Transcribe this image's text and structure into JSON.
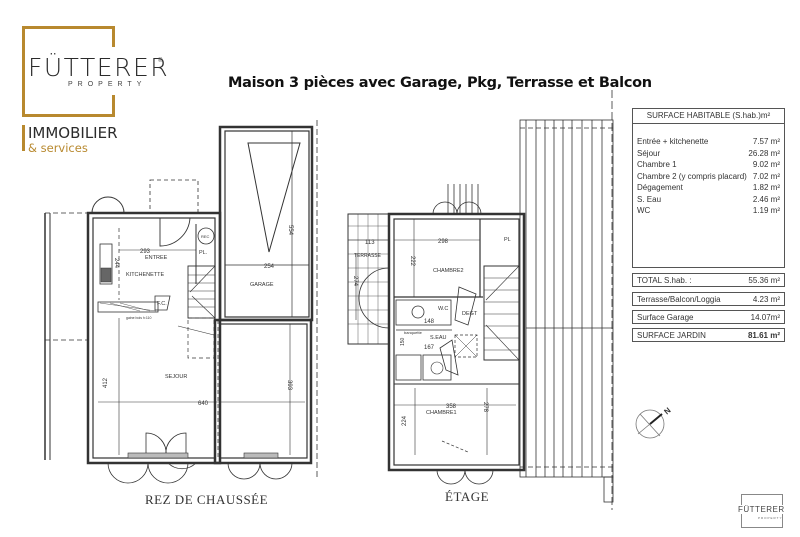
{
  "logo": {
    "name": "FÜTTERER",
    "registered": "®",
    "subtitle": "PROPERTY",
    "line1": "IMMOBILIER",
    "line2": "& services",
    "brand_color": "#b8892f"
  },
  "title": "Maison 3 pièces avec Garage, Pkg, Terrasse et Balcon",
  "ground_floor": {
    "label": "REZ DE CHAUSSÉE",
    "rooms": {
      "entree": "ENTREE",
      "kitchenette": "KITCHENETTE",
      "garage": "GARAGE",
      "sejour": "SEJOUR",
      "fc": "F.C.",
      "rec": "REC",
      "pl": "PL.",
      "gaine": "gaine bois h:110"
    },
    "dimensions": {
      "entree_width": "293",
      "kitchen_depth": "244",
      "garage_width": "254",
      "garage_depth": "554",
      "sejour_width": "640",
      "sejour_depth_left": "412",
      "sejour_depth_right": "393"
    }
  },
  "upper_floor": {
    "label": "ÉTAGE",
    "rooms": {
      "terrasse": "TERRASSE",
      "chambre2": "CHAMBRE2",
      "chambre1": "CHAMBRE1",
      "wc": "W.C",
      "degt": "DEGT",
      "seau": "S.EAU",
      "pl": "PL",
      "banquette": "banquette"
    },
    "dimensions": {
      "terrasse_width": "113",
      "terrasse_depth": "274",
      "ch2_width": "298",
      "ch2_depth": "222",
      "wc_width": "148",
      "seau_width": "167",
      "seau_depth": "150",
      "ch1_width": "358",
      "ch1_depth_left": "224",
      "ch1_depth_right": "278"
    }
  },
  "surface_table": {
    "header": "SURFACE HABITABLE (S.hab.)m²",
    "rows": [
      {
        "label": "Entrée + kitchenette",
        "value": "7.57 m²"
      },
      {
        "label": "Séjour",
        "value": "26.28 m²"
      },
      {
        "label": "Chambre 1",
        "value": "9.02 m²"
      },
      {
        "label": "Chambre 2  (y compris placard)",
        "value": "7.02 m²"
      },
      {
        "label": "Dégagement",
        "value": "1.82 m²"
      },
      {
        "label": "S. Eau",
        "value": "2.46 m²"
      },
      {
        "label": "WC",
        "value": "1.19 m²"
      }
    ]
  },
  "totals": [
    {
      "label": "TOTAL  S.hab. :",
      "value": "55.36 m²"
    },
    {
      "label": "Terrasse/Balcon/Loggia",
      "value": "4.23 m²"
    },
    {
      "label": "Surface Garage",
      "value": "14.07m²"
    },
    {
      "label": "SURFACE JARDIN",
      "value": "81.61 m²"
    }
  ],
  "compass": {
    "label": "N"
  },
  "footer_logo": {
    "name": "FÜTTERER",
    "subtitle": "PROPERTY"
  }
}
